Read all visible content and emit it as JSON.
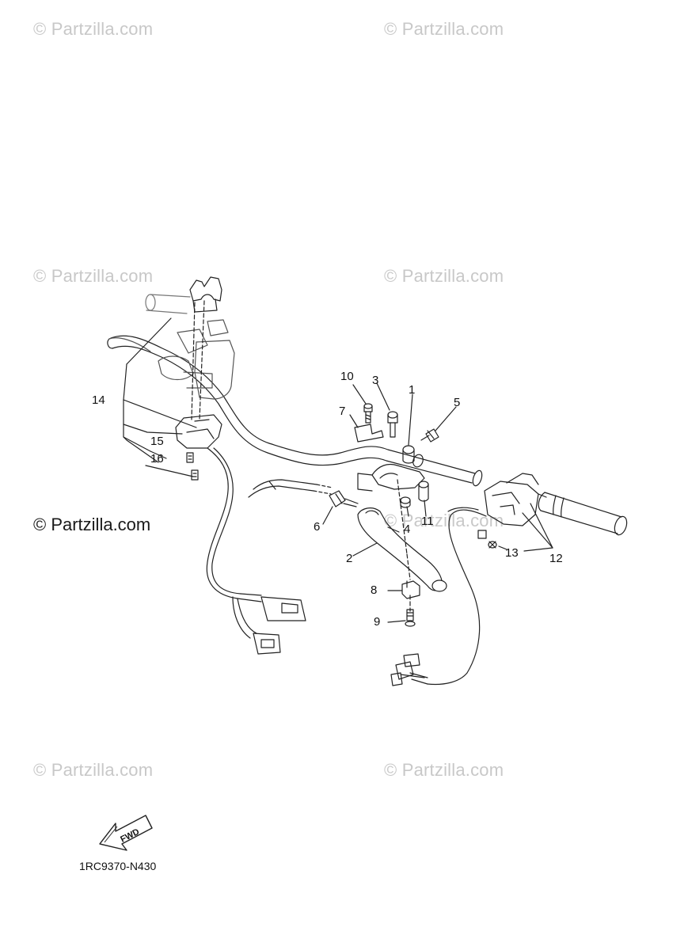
{
  "watermarks": {
    "tile_text": "© Partzilla.com",
    "main_text": "© Partzilla.com"
  },
  "callouts": [
    "1",
    "2",
    "3",
    "4",
    "5",
    "6",
    "7",
    "8",
    "9",
    "10",
    "11",
    "12",
    "13",
    "14",
    "15",
    "16"
  ],
  "fwd_label": "FWD",
  "diagram_code": "1RC9370-N430"
}
